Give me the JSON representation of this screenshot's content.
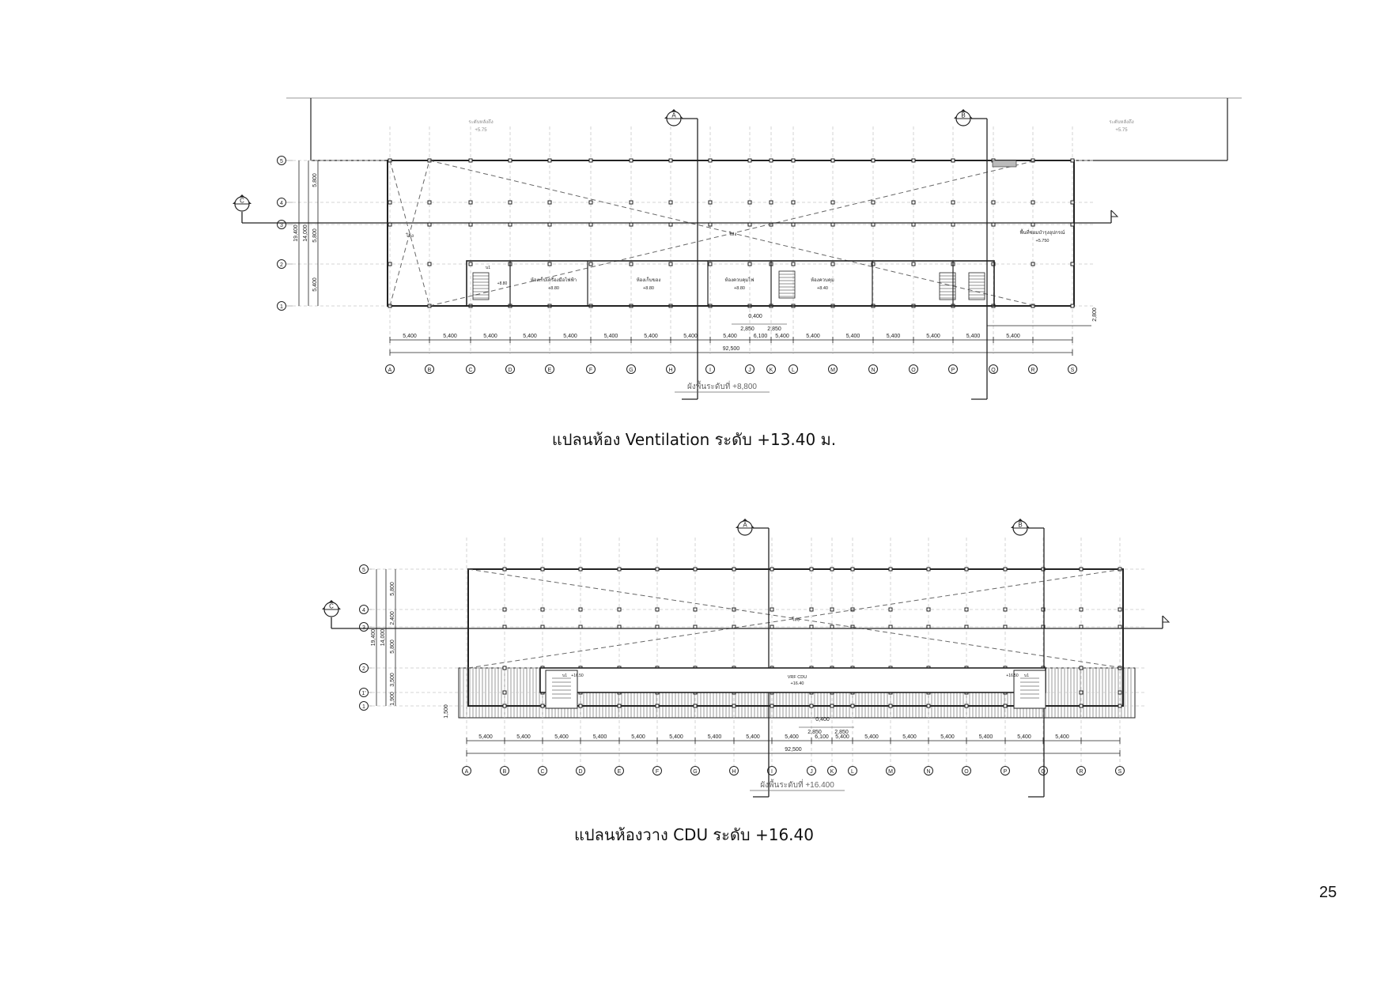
{
  "plans": [
    {
      "caption": "แปลนห้อง Ventilation ระดับ +13.40 ม.",
      "grid_cols": [
        "A",
        "B",
        "C",
        "D",
        "E",
        "F",
        "G",
        "H",
        "I",
        "J",
        "K",
        "L",
        "M",
        "N",
        "O",
        "P",
        "Q",
        "R",
        "S"
      ],
      "grid_rows": [
        "1",
        "2",
        "3",
        "4",
        "5"
      ],
      "col_spans": [
        "5,400",
        "5,400",
        "5,400",
        "5,400",
        "5,400",
        "5,400",
        "5,400",
        "5,400",
        "5,400",
        "6,100",
        "5,400",
        "5,400",
        "5,400",
        "5,400",
        "5,400",
        "5,400",
        "5,400"
      ],
      "total_length": "92,500",
      "row_dims": [
        "5,400",
        "5,800",
        "5,800"
      ],
      "row_total_a": "14,000",
      "row_total_b": "19,400",
      "detail_dims": [
        "0,400",
        "2,850",
        "2,850"
      ],
      "side_dim": "2,800",
      "level_note": "ผังพื้นระดับที่ +8,800",
      "roof_note_left": "ระดับหลังถึง",
      "roof_note_left_lvl": "+5.75",
      "roof_note_right": "ระดับหลังถึง",
      "roof_note_right_lvl": "+5.75",
      "center_label": "โล่ง",
      "left_void_label": "โล่ง",
      "right_room_label": "พื้นที่ซ่อมบำรุงอุปกรณ์",
      "right_room_lvl": "+5.750",
      "rooms": [
        {
          "label": "ห้องเก็บเครื่องมือไฟฟ้า",
          "lvl": "+8.80"
        },
        {
          "label": "ห้องเก็บของ",
          "lvl": "+8.80"
        },
        {
          "label": "ห้องควบคุมไฟ",
          "lvl": "+8.80"
        },
        {
          "label": "ห้องควบคุม",
          "lvl": "+8.40"
        }
      ],
      "stair_tag": "บ1",
      "stair_lvl": "+8.80",
      "section_markers": [
        "A",
        "B",
        "C"
      ]
    },
    {
      "caption": "แปลนห้องวาง CDU ระดับ +16.40",
      "grid_cols": [
        "A",
        "B",
        "C",
        "D",
        "E",
        "F",
        "G",
        "H",
        "I",
        "J",
        "K",
        "L",
        "M",
        "N",
        "O",
        "P",
        "Q",
        "R",
        "S"
      ],
      "grid_rows": [
        "1",
        "1'",
        "2",
        "3",
        "4",
        "5"
      ],
      "col_spans": [
        "5,400",
        "5,400",
        "5,400",
        "5,400",
        "5,400",
        "5,400",
        "5,400",
        "5,400",
        "5,400",
        "6,100",
        "5,400",
        "5,400",
        "5,400",
        "5,400",
        "5,400",
        "5,400",
        "5,400"
      ],
      "total_length": "92,500",
      "row_dims": [
        "1,900",
        "3,500",
        "5,800",
        "2,400",
        "5,800"
      ],
      "row_total_a": "14,000",
      "row_total_b": "19,400",
      "outer_dim": "1,500",
      "detail_dims": [
        "0,400",
        "2,850",
        "2,850"
      ],
      "level_note": "ผังพื้นระดับที่ +16.400",
      "center_label": "โล่ง",
      "vrf_label": "VRF CDU",
      "vrf_lvl": "+16.40",
      "stair_tag": "บ1",
      "stair_lvl": "+16.50",
      "section_markers": [
        "A",
        "B",
        "C"
      ]
    }
  ],
  "page_number": "25"
}
